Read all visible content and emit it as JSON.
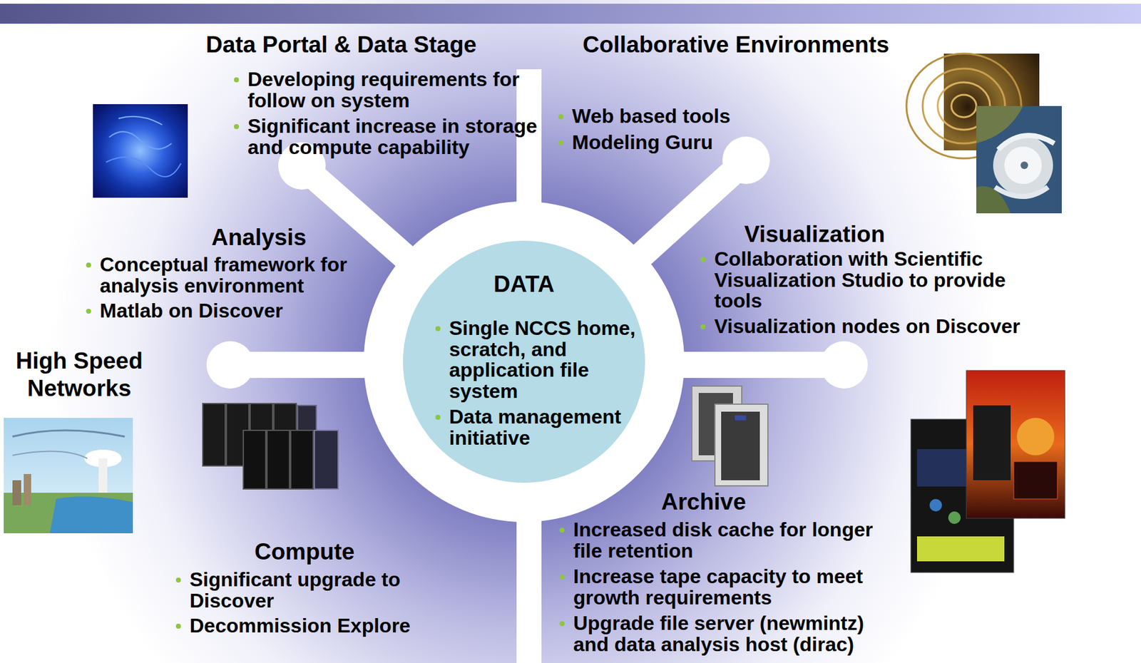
{
  "diagram": {
    "nodes": [
      {
        "text": [
          "DATA",
          "Single NCCS home, scratch, and application file system",
          "Data management initiative"
        ]
      }
    ],
    "labels": [
      "Data Portal & Data Stage",
      "Developing requirements for follow on system",
      "Significant increase in storage and compute capability",
      "Collaborative Environments",
      "Web based tools",
      "Modeling Guru",
      "Analysis",
      "Conceptual framework for analysis environment",
      "Matlab on Discover",
      "Visualization",
      "Collaboration with Scientific Visualization Studio to provide tools",
      "Visualization nodes on Discover",
      "High Speed Networks",
      "Compute",
      "Significant upgrade to Discover",
      "Decommission Explore",
      "Archive",
      "Increased disk cache for longer file retention",
      "Increase tape capacity to meet growth requirements",
      "Upgrade file server (newmintz) and data analysis host (dirac)"
    ]
  }
}
